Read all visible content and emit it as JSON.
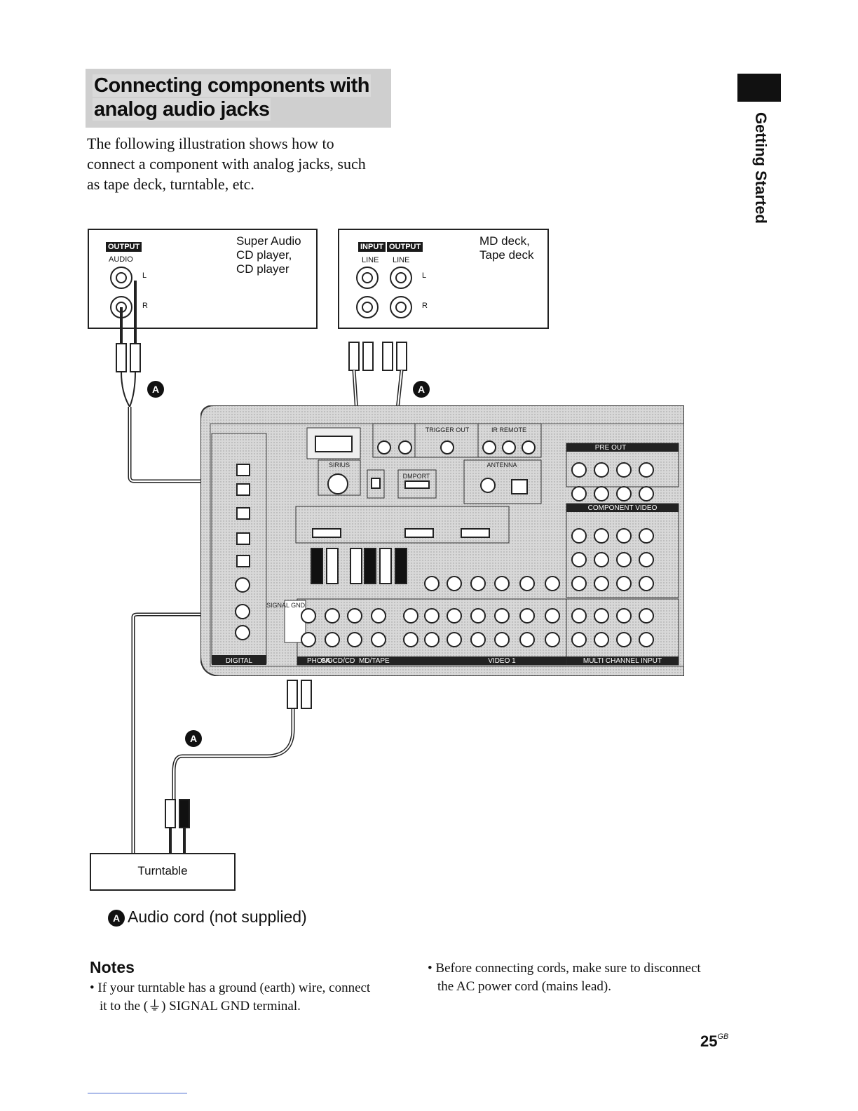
{
  "heading": {
    "line1": "Connecting components with",
    "line2": "analog audio jacks"
  },
  "intro": [
    "The following illustration shows how to",
    "connect a component with analog jacks, such",
    "as tape deck, turntable, etc."
  ],
  "side_label": "Getting Started",
  "diagram": {
    "cd_box": {
      "output_tag": "OUTPUT",
      "audio_tag": "AUDIO",
      "label_lines": [
        "Super Audio",
        "CD player,",
        "CD player"
      ],
      "l": "L",
      "r": "R"
    },
    "md_box": {
      "input_tag": "INPUT",
      "output_tag": "OUTPUT",
      "line_in": "LINE",
      "line_out": "LINE",
      "label_lines": [
        "MD deck,",
        "Tape deck"
      ],
      "l": "L",
      "r": "R"
    },
    "callout": "A",
    "receiver": {
      "pre_out": "PRE OUT",
      "component_video": "COMPONENT VIDEO",
      "antenna": "ANTENNA",
      "trigger_out": "TRIGGER OUT",
      "ir_remote": "IR REMOTE",
      "sirius": "SIRIUS",
      "dmport": "DMPORT",
      "signal_gnd": "SIGNAL GND",
      "phono": "PHONO",
      "sa_cd": "SA-CD/CD",
      "md_tape": "MD/TAPE",
      "video1": "VIDEO 1",
      "multi_channel_input": "MULTI CHANNEL INPUT",
      "digital": "DIGITAL"
    },
    "turntable": "Turntable"
  },
  "legend": {
    "icon": "A",
    "text": "Audio cord (not supplied)"
  },
  "notes": {
    "title": "Notes",
    "left": [
      "• If your turntable has a ground (earth) wire, connect",
      "it to the (⏚) SIGNAL GND terminal."
    ],
    "right": [
      "• Before connecting cords, make sure to disconnect",
      "the AC power cord (mains lead)."
    ]
  },
  "page_number": "25",
  "page_suffix": "GB"
}
